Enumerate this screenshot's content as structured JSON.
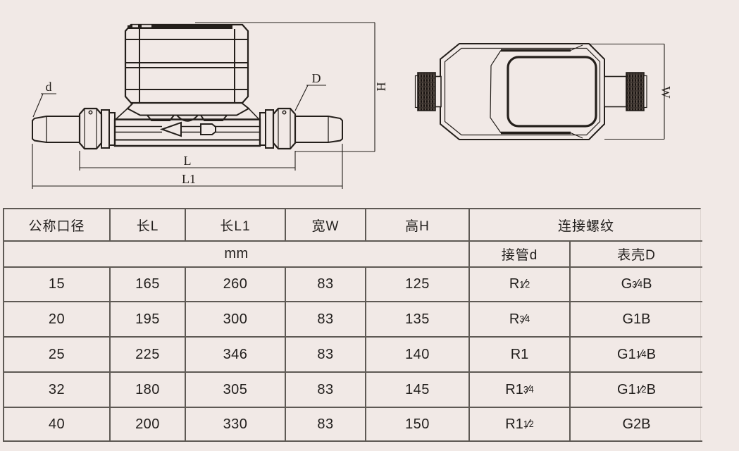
{
  "page": {
    "bg": "#f1e9e6",
    "line_color": "#241f1b",
    "table_line_color": "#5e5954"
  },
  "drawing": {
    "labels": {
      "d": "d",
      "D": "D",
      "H": "H",
      "L": "L",
      "L1": "L1",
      "W": "W"
    }
  },
  "table": {
    "slash": "⁄",
    "headers": {
      "col1": "公称口径",
      "col2": "长L",
      "col3": "长L1",
      "col4": "宽W",
      "col5": "高H",
      "thread_group": "连接螺纹",
      "unit": "mm",
      "thread_d": "接管d",
      "thread_D": "表壳D"
    },
    "rows": [
      {
        "dn": "15",
        "l": "165",
        "l1": "260",
        "w": "83",
        "h": "125",
        "d": {
          "pre": "R",
          "sup": "1",
          "sub": "2",
          "post": ""
        },
        "case": {
          "pre": "G",
          "sup": "3",
          "sub": "4",
          "post": "B"
        }
      },
      {
        "dn": "20",
        "l": "195",
        "l1": "300",
        "w": "83",
        "h": "135",
        "d": {
          "pre": "R",
          "sup": "3",
          "sub": "4",
          "post": ""
        },
        "case": {
          "pre": "G1",
          "sup": "",
          "sub": "",
          "post": "B"
        }
      },
      {
        "dn": "25",
        "l": "225",
        "l1": "346",
        "w": "83",
        "h": "140",
        "d": {
          "pre": "R1",
          "sup": "",
          "sub": "",
          "post": ""
        },
        "case": {
          "pre": "G1",
          "sup": "1",
          "sub": "4",
          "post": "B"
        }
      },
      {
        "dn": "32",
        "l": "180",
        "l1": "305",
        "w": "83",
        "h": "145",
        "d": {
          "pre": "R1",
          "sup": "3",
          "sub": "4",
          "post": ""
        },
        "case": {
          "pre": "G1",
          "sup": "1",
          "sub": "2",
          "post": "B"
        }
      },
      {
        "dn": "40",
        "l": "200",
        "l1": "330",
        "w": "83",
        "h": "150",
        "d": {
          "pre": "R1",
          "sup": "1",
          "sub": "2",
          "post": ""
        },
        "case": {
          "pre": "G2",
          "sup": "",
          "sub": "",
          "post": "B"
        }
      }
    ]
  }
}
